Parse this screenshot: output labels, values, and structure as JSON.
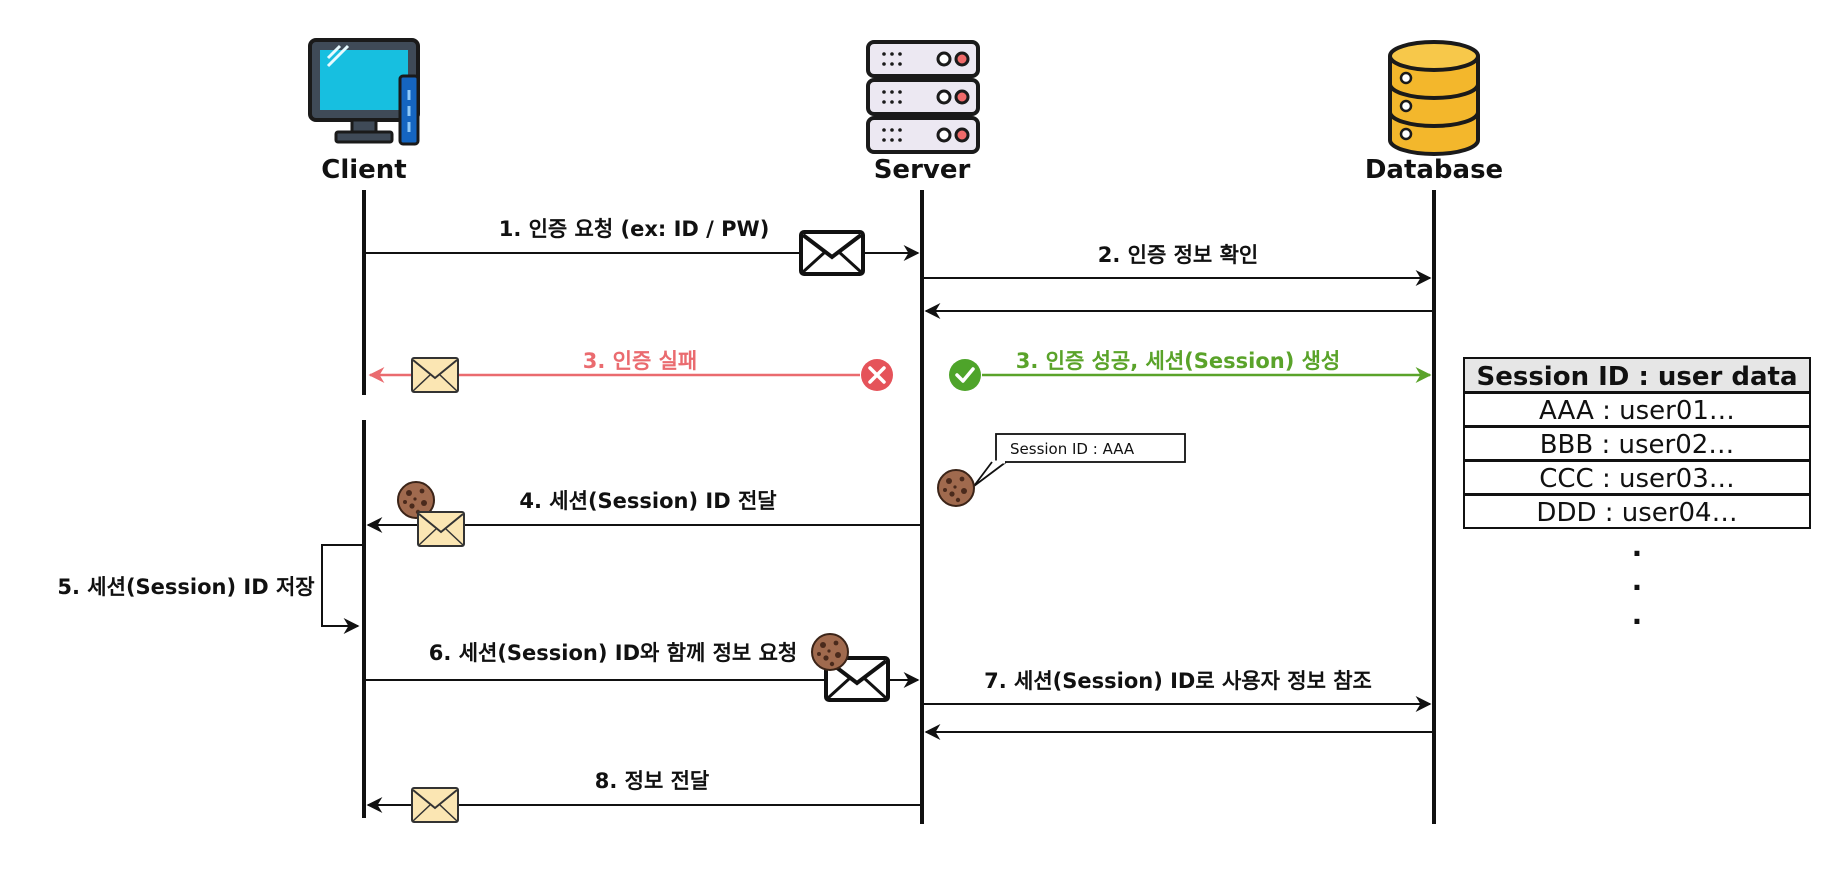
{
  "actors": {
    "client": "Client",
    "server": "Server",
    "database": "Database"
  },
  "messages": {
    "m1": "1. 인증 요청 (ex: ID / PW)",
    "m2": "2. 인증 정보 확인",
    "m3_fail": "3. 인증 실패",
    "m3_success": "3. 인증 성공, 세션(Session) 생성",
    "m4": "4. 세션(Session) ID 전달",
    "m5": "5. 세션(Session) ID 저장",
    "m6": "6. 세션(Session) ID와 함께 정보 요청",
    "m7": "7. 세션(Session) ID로 사용자 정보 참조",
    "m8": "8. 정보 전달"
  },
  "callout": "Session ID : AAA",
  "session_table": {
    "header": "Session ID : user data",
    "rows": [
      "AAA : user01…",
      "BBB : user02…",
      "CCC : user03…",
      "DDD : user04…"
    ],
    "ellipsis": [
      ".",
      ".",
      "."
    ]
  },
  "colors": {
    "line": "#111111",
    "fail": "#ea6b6f",
    "success": "#5aa32a",
    "envelope": "#fbe6b3",
    "cookie": "#8a5a44",
    "monitor_screen": "#17bfe0",
    "database_fill": "#f3b72c"
  },
  "icons": [
    "monitor-icon",
    "server-icon",
    "database-icon",
    "envelope-icon",
    "cookie-icon",
    "x-circle-icon",
    "check-circle-icon"
  ]
}
